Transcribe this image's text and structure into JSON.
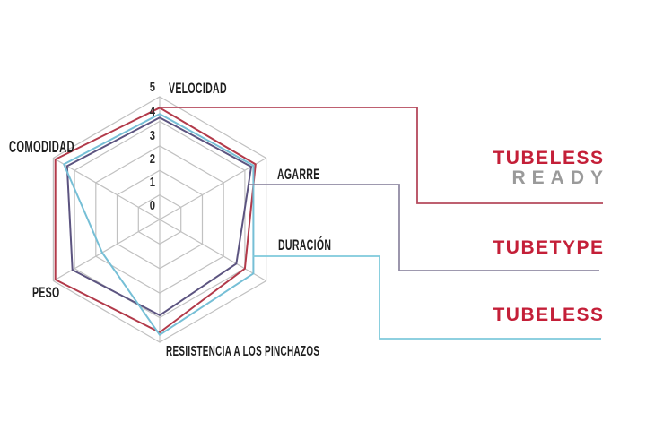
{
  "page": {
    "background": "#ffffff"
  },
  "chart_data": {
    "type": "radar",
    "title": "",
    "axes": [
      "VELOCIDAD",
      "AGARRE",
      "DURACIÓN",
      "RESIISTENCIA A LOS PINCHAZOS",
      "PESO",
      "COMODIDAD"
    ],
    "scale": {
      "min": 0,
      "max": 5,
      "ticks": [
        "5",
        "4",
        "3",
        "2",
        "1",
        "0"
      ]
    },
    "grid_color": "#c1c1c1",
    "axis_label_color": "#1d1d1d",
    "grid_rings": 5,
    "series": [
      {
        "name": "TUBELESS READY",
        "color": "#b23a4a",
        "connector_color": "#b5495c",
        "values": [
          4.55,
          4.5,
          4.0,
          4.6,
          4.9,
          4.9
        ]
      },
      {
        "name": "TUBETYPE",
        "color": "#5c5480",
        "connector_color": "#918ba4",
        "values": [
          4.15,
          4.3,
          3.6,
          3.9,
          4.1,
          4.35
        ]
      },
      {
        "name": "TUBELESS",
        "color": "#76bfd6",
        "connector_color": "#7ecadb",
        "values": [
          4.3,
          4.4,
          4.4,
          4.7,
          2.7,
          4.5
        ]
      }
    ]
  },
  "legend": {
    "items": [
      {
        "label": "TUBELESS",
        "sublabel": "READY",
        "label_color": "#c41f38",
        "sublabel_color": "#9a9a9a"
      },
      {
        "label": "TUBETYPE",
        "sublabel": "",
        "label_color": "#c41f38",
        "sublabel_color": ""
      },
      {
        "label": "TUBELESS",
        "sublabel": "",
        "label_color": "#c41f38",
        "sublabel_color": ""
      }
    ]
  }
}
